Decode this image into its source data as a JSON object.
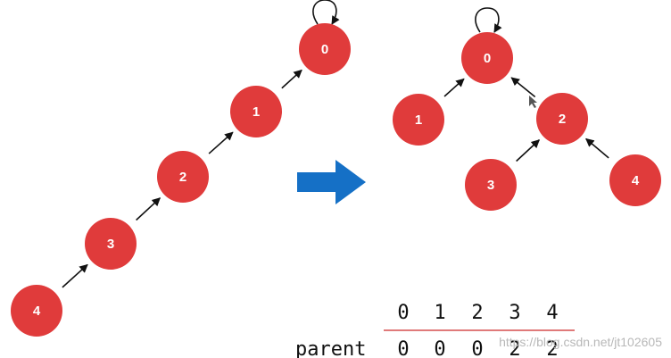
{
  "colors": {
    "node_fill": "#e03b3b",
    "node_label": "#ffffff",
    "edge": "#111111",
    "transform_arrow": "#1570c6",
    "table_rule": "#e07a7a"
  },
  "left_tree": {
    "nodes": [
      "0",
      "1",
      "2",
      "3",
      "4"
    ],
    "edges": [
      {
        "from": "4",
        "to": "3"
      },
      {
        "from": "3",
        "to": "2"
      },
      {
        "from": "2",
        "to": "1"
      },
      {
        "from": "1",
        "to": "0"
      }
    ],
    "self_loop": "0"
  },
  "transform_arrow": {
    "icon": "right-arrow-icon"
  },
  "right_tree": {
    "nodes": [
      "0",
      "1",
      "2",
      "3",
      "4"
    ],
    "edges": [
      {
        "from": "1",
        "to": "0"
      },
      {
        "from": "2",
        "to": "0"
      },
      {
        "from": "3",
        "to": "2"
      },
      {
        "from": "4",
        "to": "2"
      }
    ],
    "self_loop": "0"
  },
  "parent_table": {
    "indices": [
      "0",
      "1",
      "2",
      "3",
      "4"
    ],
    "row_label": "parent",
    "values": [
      "0",
      "0",
      "0",
      "2",
      "2"
    ]
  },
  "watermark": "https://blog.csdn.net/jt102605"
}
